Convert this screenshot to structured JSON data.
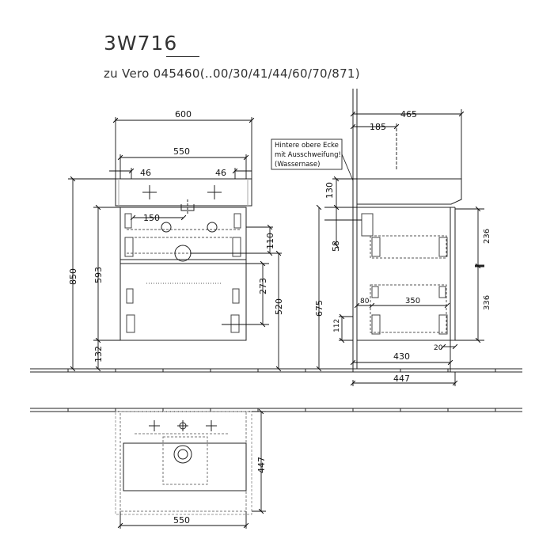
{
  "header": {
    "model": "3W716",
    "compat": "zu Vero 045460(..00/30/41/44/60/70/871)"
  },
  "front_view": {
    "width_total": "600",
    "width_basin": "550",
    "offset_left": "46",
    "offset_right": "46",
    "height_total": "850",
    "height_cabinet": "593",
    "height_floor": "132",
    "spacing_150": "150",
    "gap_110": "110",
    "drawer_273": "273",
    "height_520": "520"
  },
  "side_view": {
    "depth_total": "465",
    "depth_185": "185",
    "depth_430": "430",
    "depth_447": "447",
    "height_130": "130",
    "height_58": "58",
    "height_675": "675",
    "height_112": "112",
    "inner_80": "80",
    "inner_350": "350",
    "drawer_236": "236",
    "drawer_336": "336",
    "gap_20": "20",
    "note_line1": "Hintere obere Ecke",
    "note_line2": "mit Ausschweifung!",
    "note_line3": "(Wassernase)"
  },
  "plan_view": {
    "width": "550",
    "depth": "447"
  }
}
